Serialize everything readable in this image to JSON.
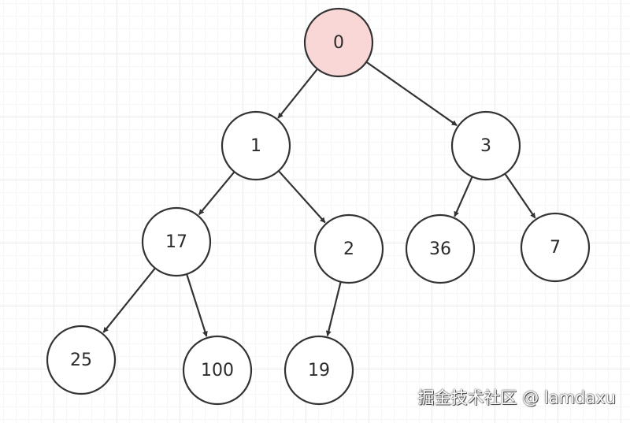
{
  "tree": {
    "nodes": [
      {
        "id": "n0",
        "label": "0",
        "highlight": true
      },
      {
        "id": "n1",
        "label": "1",
        "highlight": false
      },
      {
        "id": "n3",
        "label": "3",
        "highlight": false
      },
      {
        "id": "n17",
        "label": "17",
        "highlight": false
      },
      {
        "id": "n2",
        "label": "2",
        "highlight": false
      },
      {
        "id": "n36",
        "label": "36",
        "highlight": false
      },
      {
        "id": "n7",
        "label": "7",
        "highlight": false
      },
      {
        "id": "n25",
        "label": "25",
        "highlight": false
      },
      {
        "id": "n100",
        "label": "100",
        "highlight": false
      },
      {
        "id": "n19",
        "label": "19",
        "highlight": false
      }
    ],
    "edges": [
      [
        "n0",
        "n1"
      ],
      [
        "n0",
        "n3"
      ],
      [
        "n1",
        "n17"
      ],
      [
        "n1",
        "n2"
      ],
      [
        "n3",
        "n36"
      ],
      [
        "n3",
        "n7"
      ],
      [
        "n17",
        "n25"
      ],
      [
        "n17",
        "n100"
      ],
      [
        "n2",
        "n19"
      ]
    ]
  },
  "colors": {
    "highlight_fill": "#f8d7d6",
    "node_fill": "#ffffff",
    "stroke": "#333333"
  },
  "watermark": "掘金技术社区 @ lamdaxu"
}
